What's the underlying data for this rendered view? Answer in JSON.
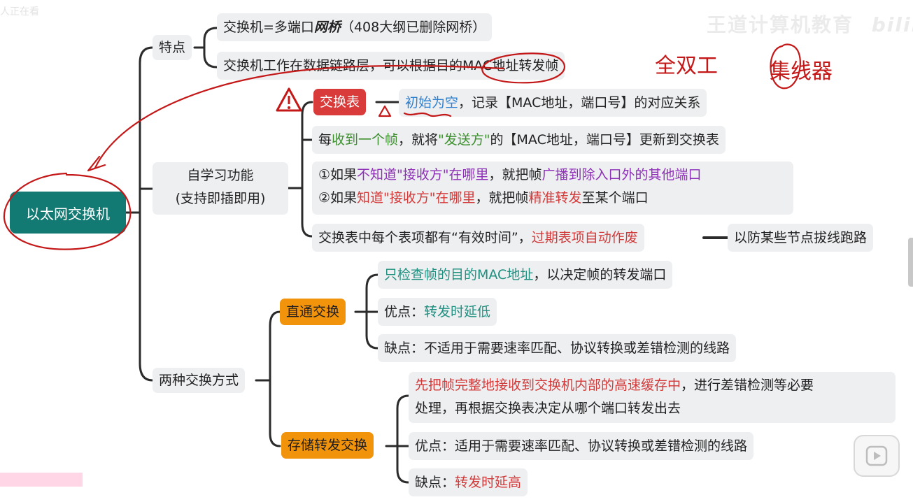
{
  "overlay": {
    "viewer_text": "人正在看",
    "brand_watermark": "王道计算机教育",
    "site_logo": "bilibili"
  },
  "root": {
    "label": "以太网交换机"
  },
  "branches": {
    "features": {
      "label": "特点",
      "items": [
        [
          {
            "t": "交换机=多端口"
          },
          {
            "t": "网桥",
            "s": "bi"
          },
          {
            "t": "（408大纲已删除网桥）"
          }
        ],
        [
          {
            "t": "交换机工作在数据链路层，可以根据目的MAC地址转发帧"
          }
        ]
      ]
    },
    "self_learning": {
      "label_line1": "自学习功能",
      "label_line2": "(支持即插即用)",
      "switch_table_tag": "交换表",
      "items": [
        [
          {
            "t": "初始为空",
            "c": "#2f80d1"
          },
          {
            "t": "，记录【MAC地址，端口号】的对应关系"
          }
        ],
        [
          {
            "t": "每"
          },
          {
            "t": "收到一个帧",
            "c": "#3a8f2b"
          },
          {
            "t": "，就将"
          },
          {
            "t": "\"发送方\"",
            "c": "#3a8f2b"
          },
          {
            "t": "的【MAC地址，端口号】更新到交换表"
          }
        ],
        [
          {
            "t": "①如果"
          },
          {
            "t": "不知道\"接收方\"在哪里",
            "c": "#8e2fb8"
          },
          {
            "t": "，就把帧"
          },
          {
            "t": "广播到除入口外的其他端口",
            "c": "#8e2fb8"
          }
        ],
        [
          {
            "t": "②如果"
          },
          {
            "t": "知道\"接收方\"在哪里",
            "c": "#d23a3a"
          },
          {
            "t": "，就把帧"
          },
          {
            "t": "精准转发",
            "c": "#d23a3a"
          },
          {
            "t": "至某个端口"
          }
        ],
        [
          {
            "t": "交换表中每个表项都有“有效时间”，"
          },
          {
            "t": "过期表项自动作废",
            "c": "#d23a3a"
          }
        ]
      ],
      "expiry_note": "以防某些节点拔线跑路"
    },
    "switching_modes": {
      "label": "两种交换方式",
      "cut_through": {
        "label": "直通交换",
        "items": [
          [
            {
              "t": "只检查帧的目的MAC地址",
              "c": "#1f8f80"
            },
            {
              "t": "，以决定帧的转发端口"
            }
          ],
          [
            {
              "t": "优点："
            },
            {
              "t": "转发时延低",
              "c": "#1f8f80"
            }
          ],
          [
            {
              "t": "缺点：不适用于需要速率匹配、协议转换或差错检测的线路"
            }
          ]
        ]
      },
      "store_forward": {
        "label": "存储转发交换",
        "items": [
          [
            {
              "t": "先把帧完整地接收到交换机内部的高速缓存中",
              "c": "#d23a3a"
            },
            {
              "t": "，进行差错检测等必要"
            }
          ],
          [
            {
              "t": "处理，再根据交换表决定从哪个端口转发出去"
            }
          ],
          [
            {
              "t": "优点：适用于需要速率匹配、协议转换或差错检测的线路"
            }
          ],
          [
            {
              "t": "缺点："
            },
            {
              "t": "转发时延高",
              "c": "#d23a3a"
            }
          ]
        ]
      }
    }
  },
  "handwriting": {
    "note1": "全双工",
    "note2": "集线器"
  },
  "colors": {
    "root_bg": "#127a72",
    "node_bg": "#eeeff1",
    "tag_red": "#d93a3a",
    "tag_orange": "#f2930c",
    "connector": "#2b2b2b",
    "ink": "#c41818"
  },
  "icons": {
    "warning": "warning-triangle-icon",
    "play": "play-icon"
  }
}
